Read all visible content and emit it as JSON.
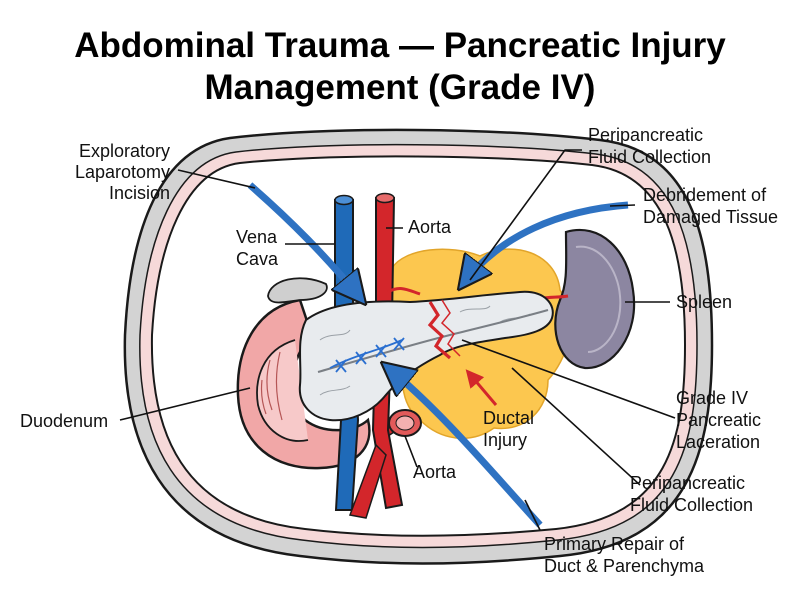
{
  "title": {
    "line1": "Abdominal Trauma — Pancreatic Injury",
    "line2": "Management (Grade IV)"
  },
  "labels": {
    "laparotomy": [
      "Exploratory",
      "Laparotomy",
      "Incision"
    ],
    "fluid_top": [
      "Peripancreatic",
      "Fluid Collection"
    ],
    "debridement": [
      "Debridement of",
      "Damaged Tissue"
    ],
    "vena_cava": [
      "Vena",
      "Cava"
    ],
    "aorta_top": "Aorta",
    "spleen": "Spleen",
    "duodenum": "Duodenum",
    "ductal_injury": [
      "Ductal",
      "Injury"
    ],
    "aorta_bottom": "Aorta",
    "grade_iv": [
      "Grade IV",
      "Pancreatic",
      "Laceration"
    ],
    "fluid_bottom": [
      "Peripancreatic",
      "Fluid Collection"
    ],
    "primary_repair": [
      "Primary Repair of",
      "Duct & Parenchyma"
    ]
  },
  "colors": {
    "outline": "#1a1a1a",
    "body_wall": "#d3d3d3",
    "body_wall_inner": "#f6d9d9",
    "vena_cava": "#1f6ab8",
    "aorta": "#d3262b",
    "pancreas": "#e8ebee",
    "fluid": "#fcc74f",
    "duodenum": "#f1a7a7",
    "spleen": "#8c86a1",
    "arrow": "#2e72c2",
    "laceration": "#d3262b",
    "suture": "#2a6fd0"
  }
}
